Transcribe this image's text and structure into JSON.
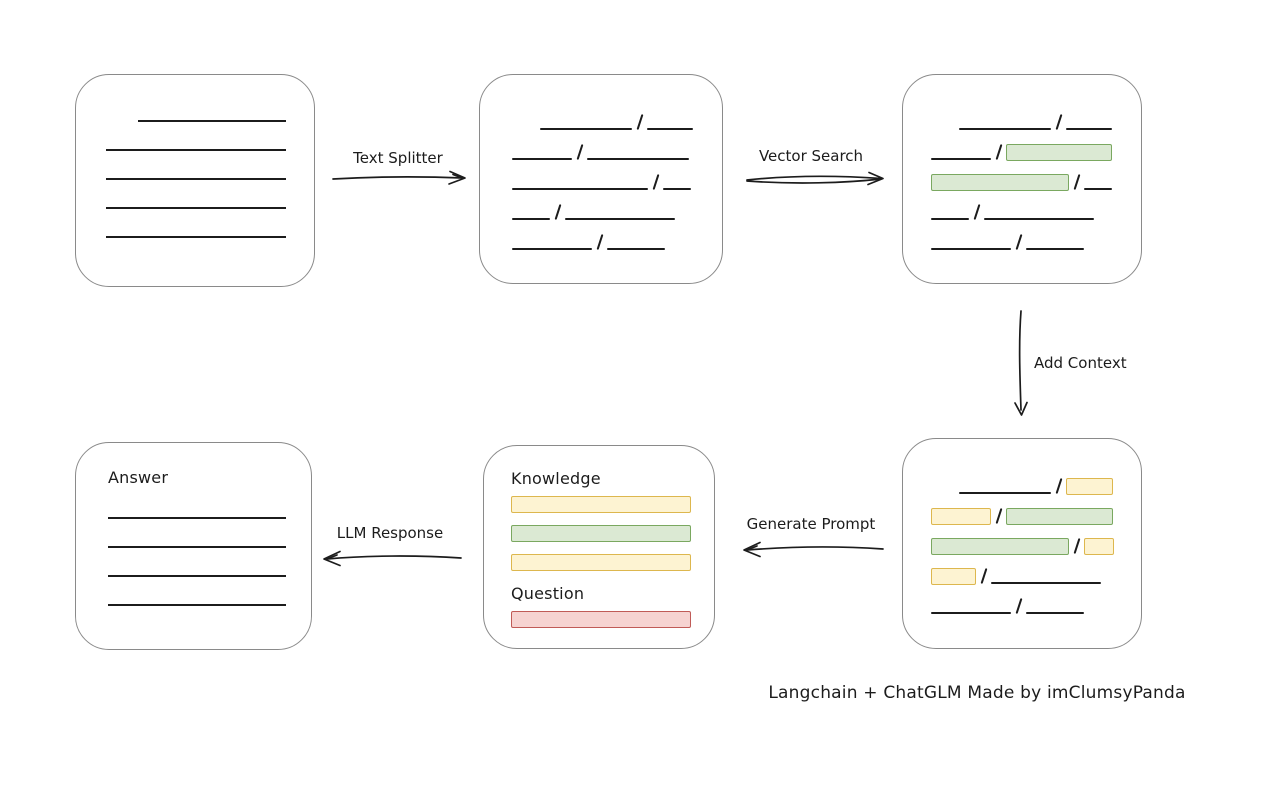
{
  "page": {
    "caption": "Langchain + ChatGLM Made by imClumsyPanda",
    "background": "#ffffff"
  },
  "colors": {
    "ink": "#1c1c1c",
    "box_border": "#8a8a8a",
    "green_fill": "#dbe9d3",
    "green_border": "#7aa860",
    "yellow_fill": "#fdf3d2",
    "yellow_border": "#ddb74e",
    "red_fill": "#f6d3d1",
    "red_border": "#c05b57"
  },
  "arrows": {
    "text_splitter": {
      "label": "Text Splitter"
    },
    "vector_search": {
      "label": "Vector Search"
    },
    "add_context": {
      "label": "Add Context"
    },
    "generate_prompt": {
      "label": "Generate Prompt"
    },
    "llm_response": {
      "label": "LLM Response"
    }
  },
  "boxes": {
    "document": {
      "lines": [
        {
          "indent": 32,
          "w": 148
        },
        {
          "indent": 0,
          "w": 180
        },
        {
          "indent": 0,
          "w": 180
        },
        {
          "indent": 0,
          "w": 180
        },
        {
          "indent": 0,
          "w": 180
        }
      ]
    },
    "chunks": {
      "rows": [
        [
          {
            "k": "gap",
            "w": 28
          },
          {
            "k": "line",
            "w": 92
          },
          {
            "k": "slash"
          },
          {
            "k": "line",
            "w": 46
          }
        ],
        [
          {
            "k": "line",
            "w": 60
          },
          {
            "k": "slash"
          },
          {
            "k": "line",
            "w": 102
          }
        ],
        [
          {
            "k": "line",
            "w": 136
          },
          {
            "k": "slash"
          },
          {
            "k": "line",
            "w": 28
          }
        ],
        [
          {
            "k": "line",
            "w": 38
          },
          {
            "k": "slash"
          },
          {
            "k": "line",
            "w": 110
          }
        ],
        [
          {
            "k": "line",
            "w": 80
          },
          {
            "k": "slash"
          },
          {
            "k": "line",
            "w": 58
          }
        ]
      ]
    },
    "retrieved": {
      "rows": [
        [
          {
            "k": "gap",
            "w": 28
          },
          {
            "k": "line",
            "w": 92
          },
          {
            "k": "slash"
          },
          {
            "k": "line",
            "w": 46
          }
        ],
        [
          {
            "k": "line",
            "w": 60
          },
          {
            "k": "slash"
          },
          {
            "k": "chunk",
            "c": "green",
            "w": 106
          }
        ],
        [
          {
            "k": "chunk",
            "c": "green",
            "w": 138
          },
          {
            "k": "slash"
          },
          {
            "k": "line",
            "w": 28
          }
        ],
        [
          {
            "k": "line",
            "w": 38
          },
          {
            "k": "slash"
          },
          {
            "k": "line",
            "w": 110
          }
        ],
        [
          {
            "k": "line",
            "w": 80
          },
          {
            "k": "slash"
          },
          {
            "k": "line",
            "w": 58
          }
        ]
      ]
    },
    "context": {
      "rows": [
        [
          {
            "k": "gap",
            "w": 28
          },
          {
            "k": "line",
            "w": 92
          },
          {
            "k": "slash"
          },
          {
            "k": "chunk",
            "c": "yellow",
            "w": 47
          }
        ],
        [
          {
            "k": "chunk",
            "c": "yellow",
            "w": 60
          },
          {
            "k": "slash"
          },
          {
            "k": "chunk",
            "c": "green",
            "w": 107
          }
        ],
        [
          {
            "k": "chunk",
            "c": "green",
            "w": 138
          },
          {
            "k": "slash"
          },
          {
            "k": "chunk",
            "c": "yellow",
            "w": 30
          }
        ],
        [
          {
            "k": "chunk",
            "c": "yellow",
            "w": 45
          },
          {
            "k": "slash"
          },
          {
            "k": "line",
            "w": 110
          }
        ],
        [
          {
            "k": "line",
            "w": 80
          },
          {
            "k": "slash"
          },
          {
            "k": "line",
            "w": 58
          }
        ]
      ]
    },
    "prompt": {
      "knowledge_label": "Knowledge",
      "question_label": "Question",
      "knowledge_bars": [
        {
          "c": "yellow"
        },
        {
          "c": "green"
        },
        {
          "c": "yellow"
        }
      ],
      "question_bars": [
        {
          "c": "red"
        }
      ]
    },
    "answer": {
      "label": "Answer",
      "lines": [
        {
          "indent": 0,
          "w": 178
        },
        {
          "indent": 0,
          "w": 178
        },
        {
          "indent": 0,
          "w": 178
        },
        {
          "indent": 0,
          "w": 178
        }
      ]
    }
  }
}
